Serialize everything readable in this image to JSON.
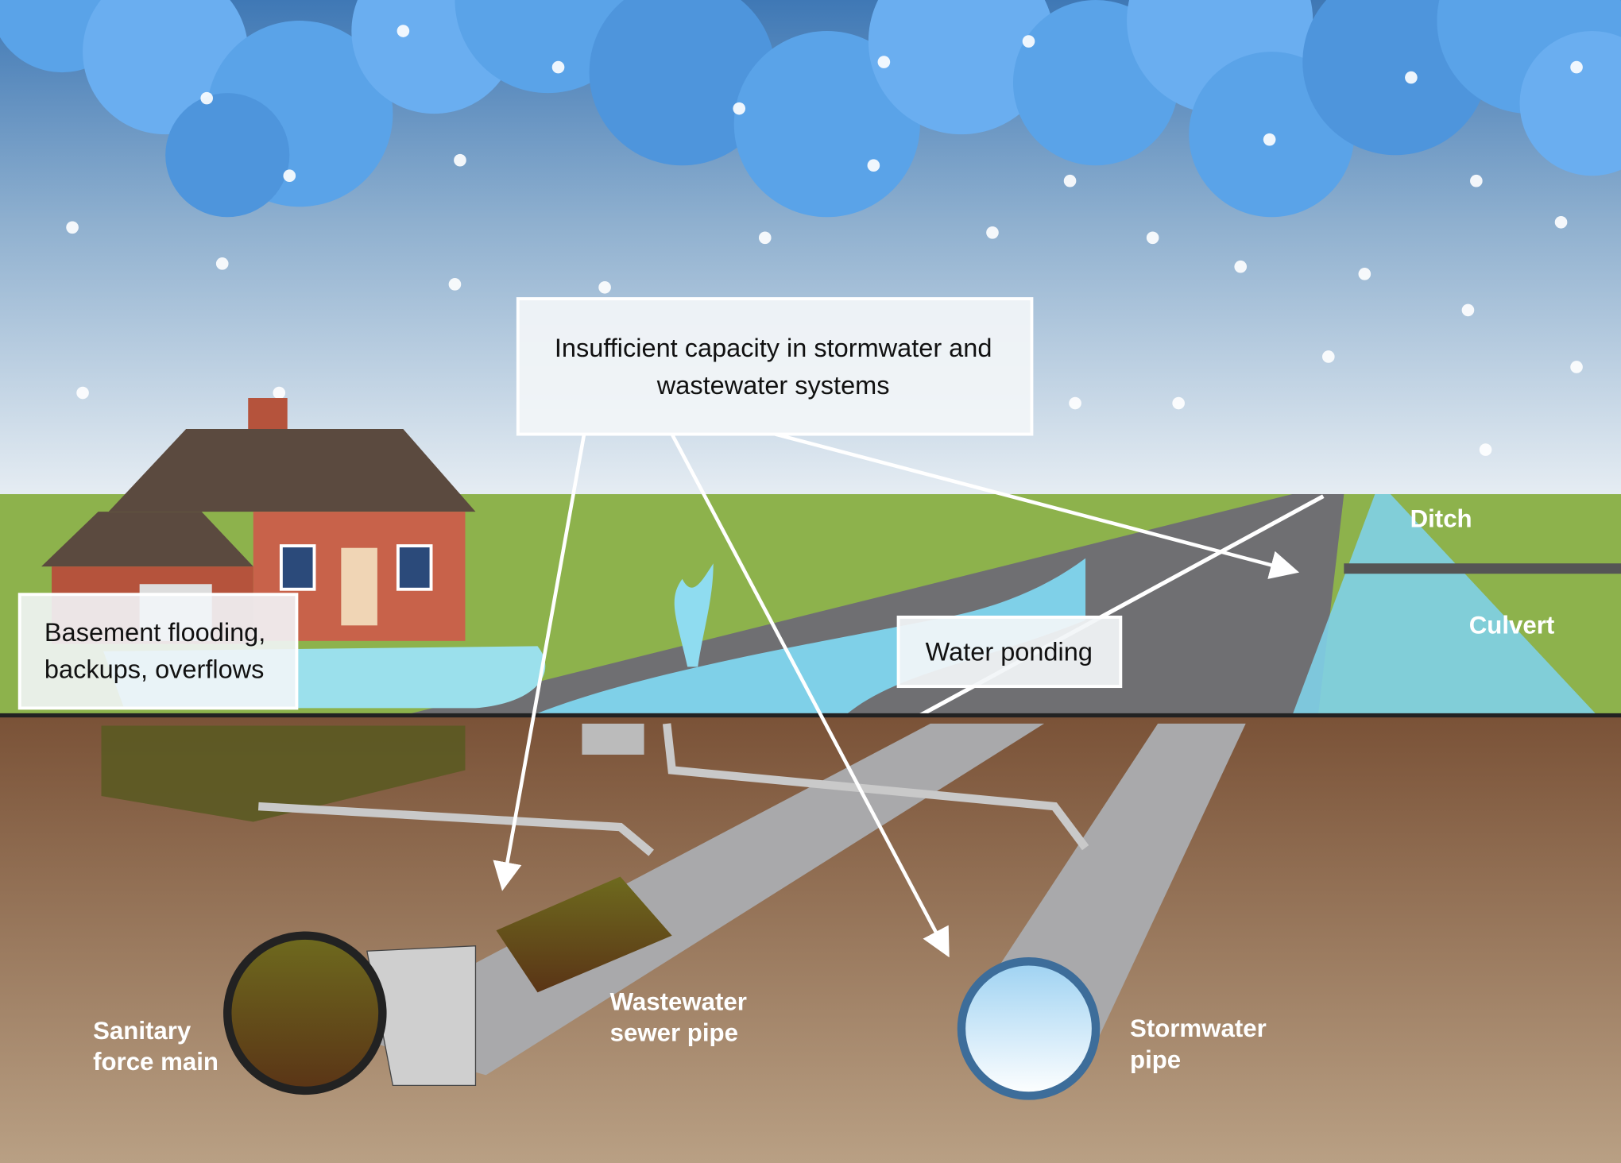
{
  "callouts": {
    "capacity": [
      "Insufficient capacity in stormwater and",
      "wastewater systems"
    ],
    "basement": [
      "Basement flooding,",
      "backups, overflows"
    ],
    "ponding": "Water ponding"
  },
  "labels": {
    "ditch": "Ditch",
    "culvert": "Culvert",
    "sanitary": [
      "Sanitary",
      "force main"
    ],
    "wastewater": [
      "Wastewater",
      "sewer pipe"
    ],
    "stormwater": [
      "Stormwater",
      "pipe"
    ]
  },
  "colors": {
    "sky_top": "#3f78b5",
    "sky_bottom": "#e6edf3",
    "cloud": "#5aa3e8",
    "grass": "#8db24c",
    "road": "#6f6f72",
    "water": "#7fd0e8",
    "soil_top": "#7a5237",
    "soil_bottom": "#b9a084"
  }
}
